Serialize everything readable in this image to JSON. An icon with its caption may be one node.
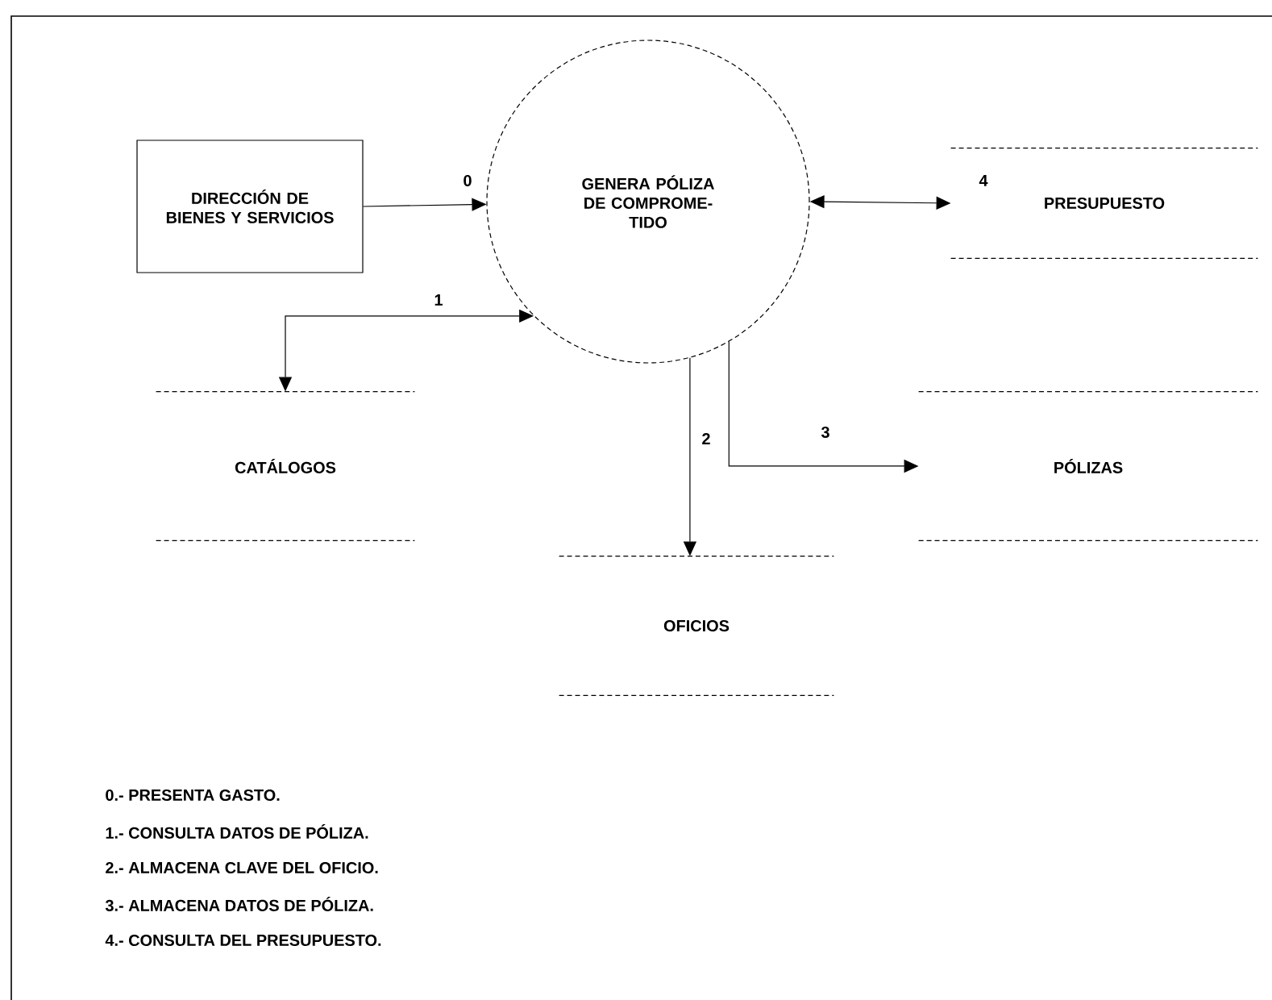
{
  "diagram": {
    "nodes": [
      {
        "text": [
          "DIRECCIÓN DE BIENES Y SERVICIOS"
        ]
      },
      {
        "text": [
          "GENERA PÓLIZA DE COMPROME- TIDO"
        ]
      },
      {
        "text": [
          "PRESUPUESTO"
        ]
      },
      {
        "text": [
          "CATÁLOGOS"
        ]
      },
      {
        "text": [
          "PÓLIZAS"
        ]
      },
      {
        "text": [
          "OFICIOS"
        ]
      }
    ],
    "edges": [
      {
        "from": 0,
        "to": 1,
        "arrow": "to",
        "label": "0"
      },
      {
        "from": 3,
        "to": 1,
        "arrow": "both",
        "label": "1"
      },
      {
        "from": 1,
        "to": 5,
        "arrow": "to",
        "label": "2"
      },
      {
        "from": 1,
        "to": 4,
        "arrow": "to",
        "label": "3"
      },
      {
        "from": 1,
        "to": 2,
        "arrow": "both",
        "label": "4"
      }
    ],
    "labels": [
      "0.- PRESENTA GASTO.",
      "1.- CONSULTA DATOS DE PÓLIZA.",
      "2.- ALMACENA CLAVE DEL OFICIO.",
      "3.- ALMACENA DATOS DE PÓLIZA.",
      "4.- CONSULTA DEL PRESUPUESTO."
    ]
  }
}
